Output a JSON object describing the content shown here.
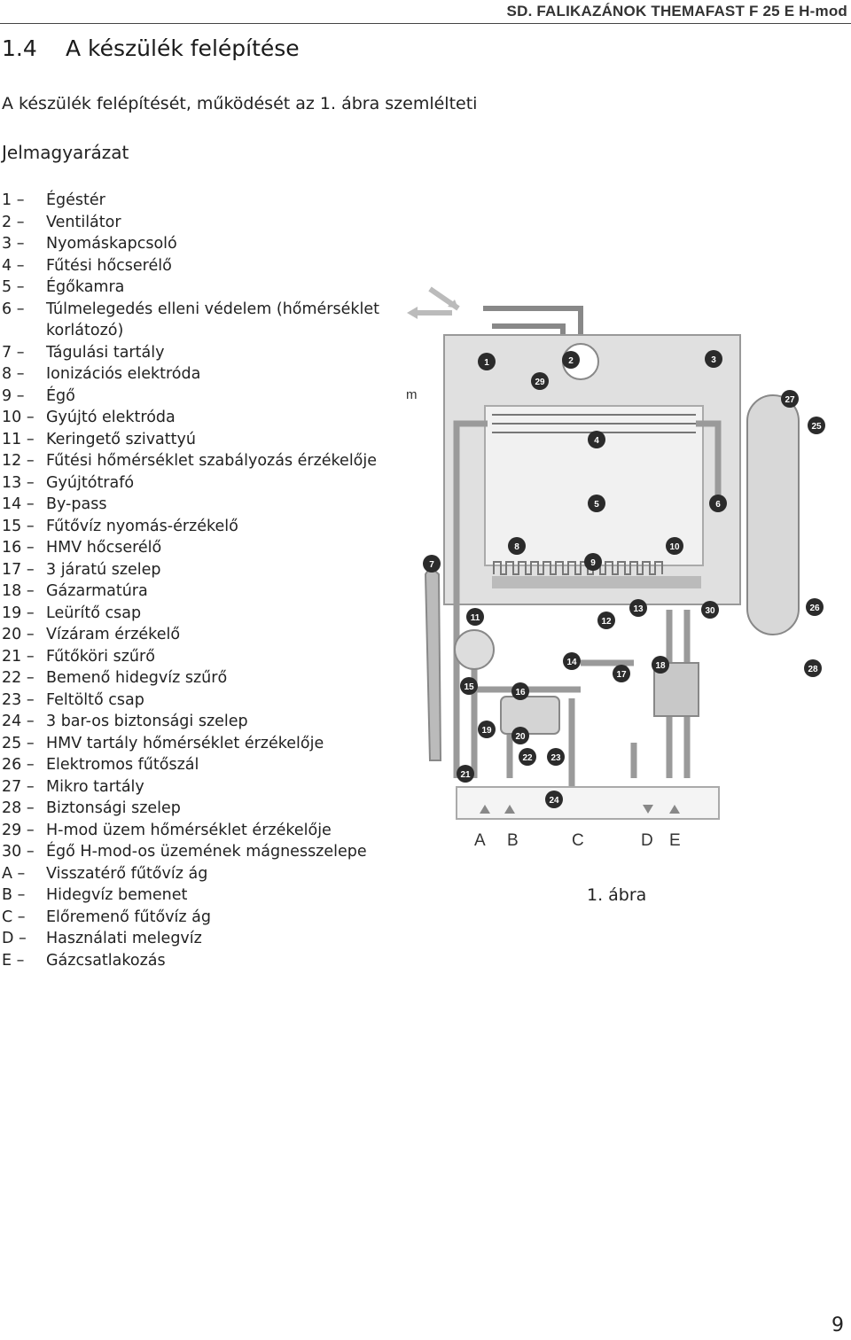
{
  "header": {
    "title": "SD. FALIKAZÁNOK THEMAFAST F 25 E H-mod"
  },
  "section": {
    "number": "1.4",
    "title": "A készülék felépítése"
  },
  "intro": "A készülék felépítését, működését az 1. ábra szemlélteti",
  "legend_title": "Jelmagyarázat",
  "legend": [
    {
      "code": "1 –",
      "text": "Égéstér"
    },
    {
      "code": "2 –",
      "text": "Ventilátor"
    },
    {
      "code": "3 –",
      "text": "Nyomáskapcsoló"
    },
    {
      "code": "4 –",
      "text": "Fűtési hőcserélő"
    },
    {
      "code": "5 –",
      "text": "Égőkamra"
    },
    {
      "code": "6 –",
      "text": "Túlmelegedés elleni védelem (hőmérséklet korlátozó)"
    },
    {
      "code": "7 –",
      "text": "Tágulási tartály"
    },
    {
      "code": "8 –",
      "text": "Ionizációs elektróda"
    },
    {
      "code": "9 –",
      "text": "Égő"
    },
    {
      "code": "10 –",
      "text": "Gyújtó elektróda"
    },
    {
      "code": "11 –",
      "text": "Keringető szivattyú"
    },
    {
      "code": "12 –",
      "text": "Fűtési hőmérséklet szabályozás érzékelője"
    },
    {
      "code": "13 –",
      "text": "Gyújtótrafó"
    },
    {
      "code": "14 –",
      "text": "By-pass"
    },
    {
      "code": "15 –",
      "text": "Fűtővíz nyomás-érzékelő"
    },
    {
      "code": "16 –",
      "text": "HMV hőcserélő"
    },
    {
      "code": "17 –",
      "text": "3 járatú szelep"
    },
    {
      "code": "18 –",
      "text": "Gázarmatúra"
    },
    {
      "code": "19 –",
      "text": "Leürítő csap"
    },
    {
      "code": "20 –",
      "text": "Vízáram érzékelő"
    },
    {
      "code": "21 –",
      "text": "Fűtőköri szűrő"
    },
    {
      "code": "22 –",
      "text": "Bemenő hidegvíz szűrő"
    },
    {
      "code": "23 –",
      "text": "Feltöltő csap"
    },
    {
      "code": "24 –",
      "text": "3 bar-os biztonsági szelep"
    },
    {
      "code": "25 –",
      "text": "HMV tartály hőmérséklet érzékelője"
    },
    {
      "code": "26 –",
      "text": "Elektromos fűtőszál"
    },
    {
      "code": "27 –",
      "text": "Mikro tartály"
    },
    {
      "code": "28 –",
      "text": "Biztonsági szelep"
    },
    {
      "code": "29 –",
      "text": "H-mod üzem hőmérséklet érzékelője"
    },
    {
      "code": "30 –",
      "text": "Égő H-mod-os üzemének mágnesszelepe"
    },
    {
      "code": "A –",
      "text": "Visszatérő fűtővíz ág"
    },
    {
      "code": "B –",
      "text": "Hidegvíz bemenet"
    },
    {
      "code": "C –",
      "text": "Előremenő fűtővíz ág"
    },
    {
      "code": "D –",
      "text": "Használati melegvíz"
    },
    {
      "code": "E –",
      "text": "Gázcsatlakozás"
    }
  ],
  "figure": {
    "m_label": "m",
    "connection_labels": [
      "A",
      "B",
      "C",
      "D",
      "E"
    ],
    "markers": [
      "1",
      "2",
      "3",
      "4",
      "5",
      "6",
      "7",
      "8",
      "9",
      "10",
      "11",
      "12",
      "13",
      "14",
      "15",
      "16",
      "17",
      "18",
      "19",
      "20",
      "21",
      "22",
      "23",
      "24",
      "25",
      "26",
      "27",
      "28",
      "29",
      "30"
    ]
  },
  "caption": "1. ábra",
  "page_number": "9"
}
